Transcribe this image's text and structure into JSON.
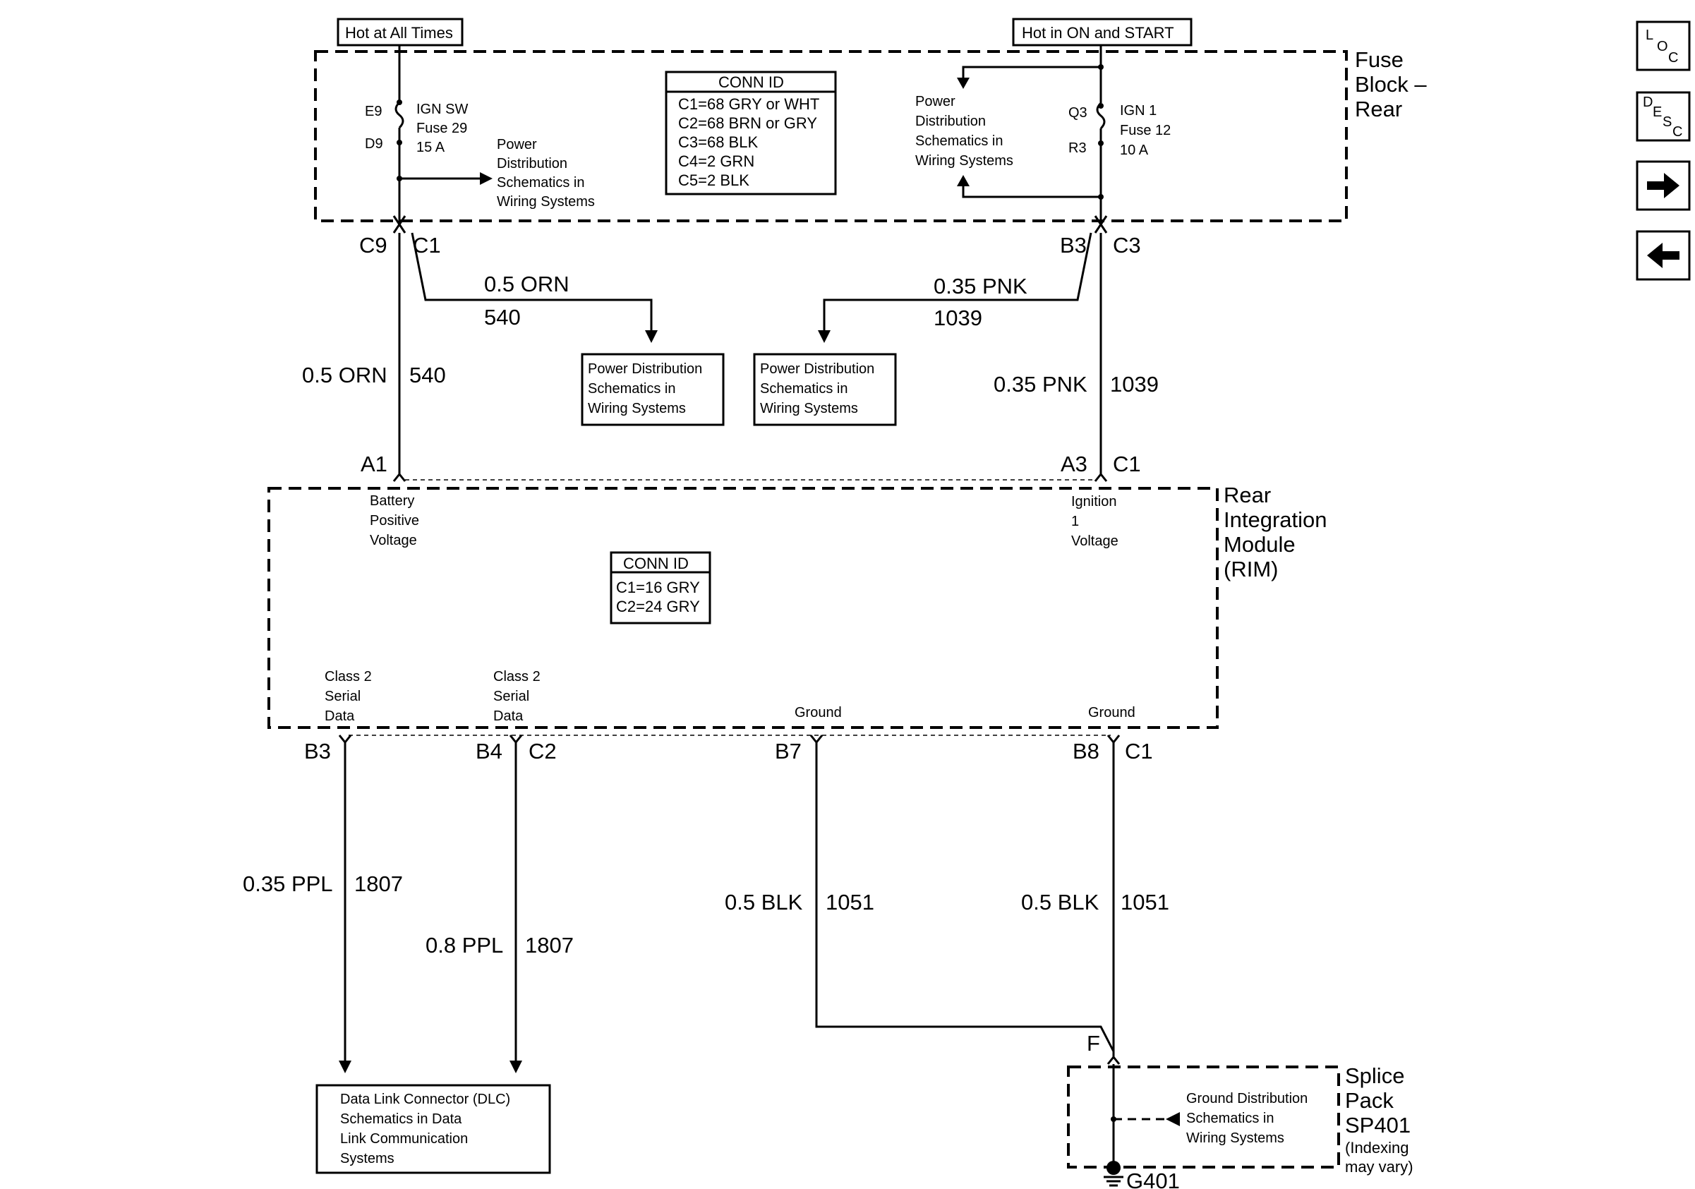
{
  "source_labels": {
    "hot_at_all_times": "Hot at All Times",
    "hot_in_on_start": "Hot in ON and START"
  },
  "fuse_block": {
    "title": [
      "Fuse",
      "Block –",
      "Rear"
    ],
    "conn_id": {
      "header": "CONN ID",
      "rows": [
        "C1=68 GRY or WHT",
        "C2=68 BRN or GRY",
        "C3=68 BLK",
        "C4=2 GRN",
        "C5=2 BLK"
      ]
    },
    "fuse_left": {
      "top_pin": "E9",
      "bottom_pin": "D9",
      "lines": [
        "IGN SW",
        "Fuse 29",
        "15 A"
      ]
    },
    "fuse_right": {
      "top_pin": "Q3",
      "bottom_pin": "R3",
      "lines": [
        "IGN 1",
        "Fuse 12",
        "10 A"
      ]
    },
    "left_ref": [
      "Power",
      "Distribution",
      "Schematics in",
      "Wiring Systems"
    ],
    "right_ref": [
      "Power",
      "Distribution",
      "Schematics in",
      "Wiring Systems"
    ],
    "left_conn": {
      "pin": "C9",
      "conn": "C1"
    },
    "right_conn": {
      "pin": "B3",
      "conn": "C3"
    }
  },
  "branch_left": {
    "wire": "0.5 ORN",
    "circuit": "540"
  },
  "branch_right": {
    "wire": "0.35 PNK",
    "circuit": "1039"
  },
  "pd_box_left": [
    "Power Distribution",
    "Schematics in",
    "Wiring Systems"
  ],
  "pd_box_right": [
    "Power Distribution",
    "Schematics in",
    "Wiring Systems"
  ],
  "feed_left": {
    "wire": "0.5 ORN",
    "circuit": "540"
  },
  "feed_right": {
    "wire": "0.35 PNK",
    "circuit": "1039"
  },
  "rim": {
    "title": [
      "Rear",
      "Integration",
      "Module",
      "(RIM)"
    ],
    "top_left_pin": "A1",
    "top_right_pin": "A3",
    "top_right_conn": "C1",
    "battery_label": [
      "Battery",
      "Positive",
      "Voltage"
    ],
    "ignition_label": [
      "Ignition",
      "1",
      "Voltage"
    ],
    "conn_id": {
      "header": "CONN ID",
      "rows": [
        "C1=16 GRY",
        "C2=24 GRY"
      ]
    },
    "serial1": [
      "Class 2",
      "Serial",
      "Data"
    ],
    "serial2": [
      "Class 2",
      "Serial",
      "Data"
    ],
    "ground1": "Ground",
    "ground2": "Ground",
    "pins_bottom": {
      "b3": "B3",
      "b4": "B4",
      "c2": "C2",
      "b7": "B7",
      "b8": "B8",
      "c1": "C1"
    }
  },
  "bottom_wires": {
    "w1": {
      "wire": "0.35 PPL",
      "circuit": "1807"
    },
    "w2": {
      "wire": "0.8 PPL",
      "circuit": "1807"
    },
    "w3": {
      "wire": "0.5 BLK",
      "circuit": "1051"
    },
    "w4": {
      "wire": "0.5 BLK",
      "circuit": "1051"
    }
  },
  "dlc_box": [
    "Data Link Connector (DLC)",
    "Schematics in Data",
    "Link Communication",
    "Systems"
  ],
  "splice": {
    "pin": "F",
    "title": [
      "Splice",
      "Pack",
      "SP401"
    ],
    "note": [
      "(Indexing",
      "may vary)"
    ],
    "ground_ref": [
      "Ground Distribution",
      "Schematics in",
      "Wiring Systems"
    ],
    "ground": "G401"
  },
  "nav": {
    "loc": [
      "L",
      "O",
      "C"
    ],
    "desc": [
      "D",
      "E",
      "S",
      "C"
    ],
    "forward_icon": "arrow-right-icon",
    "back_icon": "arrow-left-icon"
  }
}
